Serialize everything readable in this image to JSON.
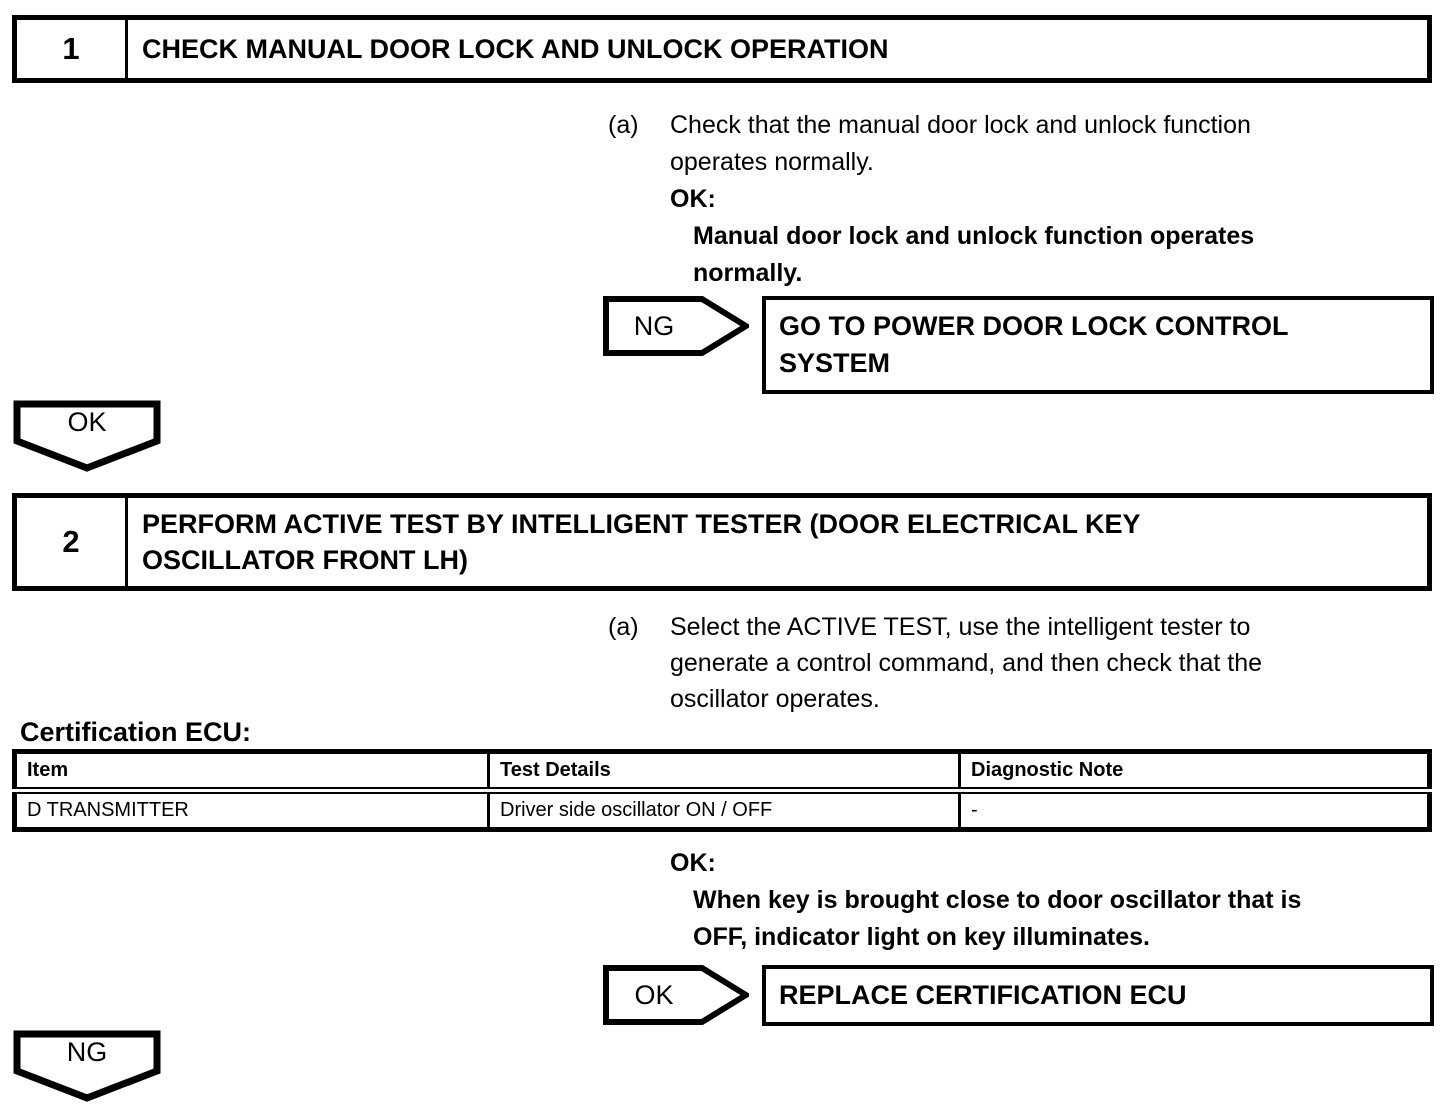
{
  "page": {
    "background": "#ffffff",
    "text_color": "#000000",
    "border_color": "#000000"
  },
  "step1": {
    "number": "1",
    "title": "CHECK MANUAL DOOR LOCK AND UNLOCK OPERATION",
    "substep_label": "(a)",
    "substep_lines": [
      "Check that the manual door lock and unlock function",
      "operates normally."
    ],
    "ok_heading": "OK:",
    "ok_condition_lines": [
      "Manual door lock and unlock function operates",
      "normally."
    ],
    "branch_label": "NG",
    "branch_action_lines": [
      "GO TO POWER DOOR LOCK CONTROL",
      "SYSTEM"
    ],
    "continue_label": "OK"
  },
  "step2": {
    "number": "2",
    "title_lines": [
      "PERFORM ACTIVE TEST BY INTELLIGENT TESTER (DOOR ELECTRICAL KEY",
      "OSCILLATOR FRONT LH)"
    ],
    "substep_label": "(a)",
    "substep_lines": [
      "Select the ACTIVE TEST, use the intelligent tester to",
      "generate a control command, and then check that the",
      "oscillator operates."
    ],
    "table_caption": "Certification ECU:",
    "table": {
      "headers": [
        "Item",
        "Test Details",
        "Diagnostic Note"
      ],
      "rows": [
        [
          "D TRANSMITTER",
          "Driver side oscillator ON / OFF",
          "-"
        ]
      ]
    },
    "ok_heading": "OK:",
    "ok_condition_lines": [
      "When key is brought close to door oscillator that is",
      "OFF, indicator light on key illuminates."
    ],
    "branch_label": "OK",
    "branch_action_lines": [
      "REPLACE CERTIFICATION ECU"
    ],
    "continue_label": "NG"
  }
}
